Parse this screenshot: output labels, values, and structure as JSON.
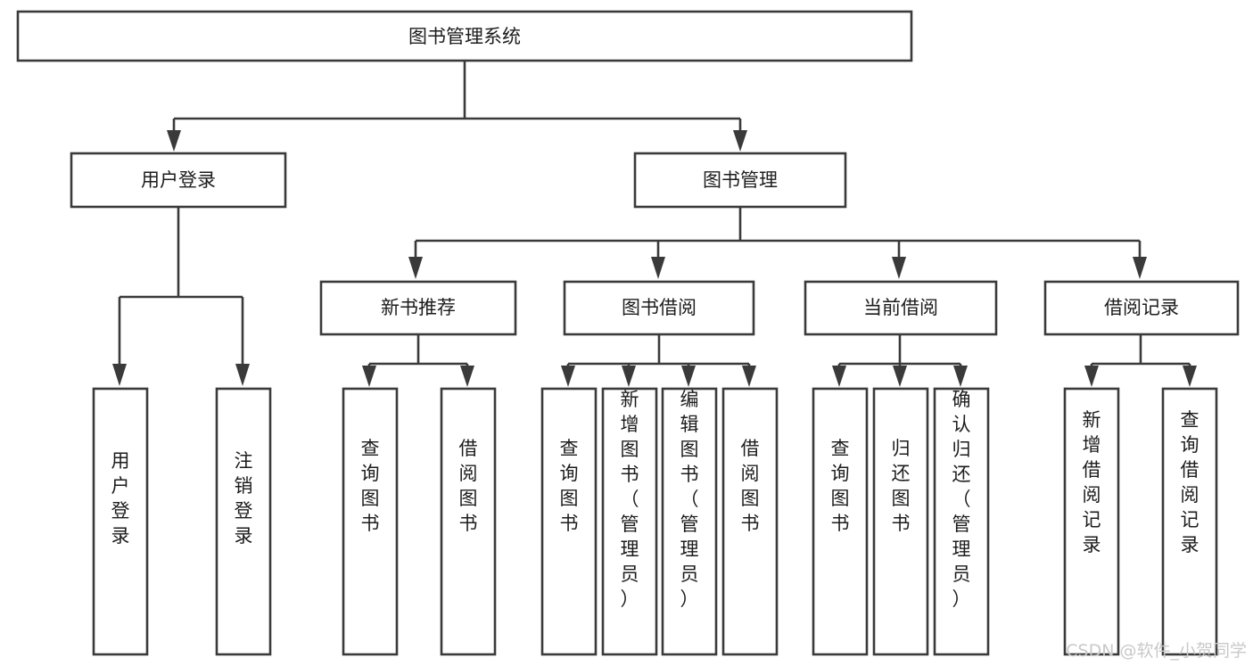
{
  "diagram": {
    "title": "图书管理系统",
    "type": "function-structure-tree",
    "orientation": "top-down",
    "root": {
      "id": "root",
      "label": "图书管理系统",
      "text_orientation": "horizontal"
    },
    "level2": [
      {
        "id": "user-login",
        "label": "用户登录",
        "text_orientation": "horizontal"
      },
      {
        "id": "book-manage",
        "label": "图书管理",
        "text_orientation": "horizontal"
      }
    ],
    "level3": [
      {
        "id": "new-book-recommend",
        "label": "新书推荐",
        "text_orientation": "horizontal",
        "parent": "book-manage"
      },
      {
        "id": "book-borrow",
        "label": "图书借阅",
        "text_orientation": "horizontal",
        "parent": "book-manage"
      },
      {
        "id": "current-borrow",
        "label": "当前借阅",
        "text_orientation": "horizontal",
        "parent": "book-manage"
      },
      {
        "id": "borrow-record",
        "label": "借阅记录",
        "text_orientation": "horizontal",
        "parent": "book-manage"
      }
    ],
    "leaves": {
      "user-login": [
        {
          "id": "leaf-user-login",
          "label": "用户登录",
          "chars": [
            "用",
            "户",
            "登",
            "录"
          ]
        },
        {
          "id": "leaf-user-logout",
          "label": "注销登录",
          "chars": [
            "注",
            "销",
            "登",
            "录"
          ]
        }
      ],
      "new-book-recommend": [
        {
          "id": "leaf-query-book-1",
          "label": "查询图书",
          "chars": [
            "查",
            "询",
            "图",
            "书"
          ]
        },
        {
          "id": "leaf-borrow-book-1",
          "label": "借阅图书",
          "chars": [
            "借",
            "阅",
            "图",
            "书"
          ]
        }
      ],
      "book-borrow": [
        {
          "id": "leaf-query-book-2",
          "label": "查询图书",
          "chars": [
            "查",
            "询",
            "图",
            "书"
          ]
        },
        {
          "id": "leaf-add-book-admin",
          "label": "新增图书（管理员）",
          "chars": [
            "新",
            "增",
            "图",
            "书",
            "（",
            "管",
            "理",
            "员",
            "）"
          ]
        },
        {
          "id": "leaf-edit-book-admin",
          "label": "编辑图书（管理员）",
          "chars": [
            "编",
            "辑",
            "图",
            "书",
            "（",
            "管",
            "理",
            "员",
            "）"
          ]
        },
        {
          "id": "leaf-borrow-book-2",
          "label": "借阅图书",
          "chars": [
            "借",
            "阅",
            "图",
            "书"
          ]
        }
      ],
      "current-borrow": [
        {
          "id": "leaf-query-book-3",
          "label": "查询图书",
          "chars": [
            "查",
            "询",
            "图",
            "书"
          ]
        },
        {
          "id": "leaf-return-book",
          "label": "归还图书",
          "chars": [
            "归",
            "还",
            "图",
            "书"
          ]
        },
        {
          "id": "leaf-confirm-return-admin",
          "label": "确认归还（管理员）",
          "chars": [
            "确",
            "认",
            "归",
            "还",
            "（",
            "管",
            "理",
            "员",
            "）"
          ]
        }
      ],
      "borrow-record": [
        {
          "id": "leaf-add-borrow-record",
          "label": "新增借阅记录",
          "chars": [
            "新",
            "增",
            "借",
            "阅",
            "记",
            "录"
          ]
        },
        {
          "id": "leaf-query-borrow-record",
          "label": "查询借阅记录",
          "chars": [
            "查",
            "询",
            "借",
            "阅",
            "记",
            "录"
          ]
        }
      ]
    },
    "colors": {
      "box_stroke": "#3a3a3a",
      "box_fill": "#ffffff",
      "text": "#1c1c1c",
      "connector": "#3a3a3a",
      "background": "#ffffff",
      "watermark": "#c9c9c9"
    }
  },
  "watermark": {
    "text": "CSDN @软件_小贺同学"
  }
}
